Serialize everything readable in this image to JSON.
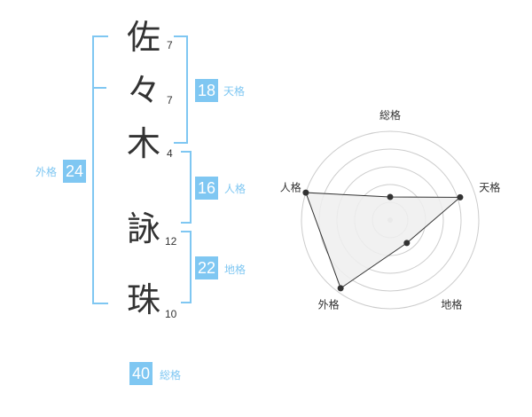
{
  "name": {
    "chars": [
      {
        "char": "佐",
        "strokes": "7"
      },
      {
        "char": "々",
        "strokes": "7"
      },
      {
        "char": "木",
        "strokes": "4"
      },
      {
        "char": "詠",
        "strokes": "12"
      },
      {
        "char": "珠",
        "strokes": "10"
      }
    ]
  },
  "scores": {
    "tenkaku": {
      "value": "18",
      "label": "天格"
    },
    "jinkaku": {
      "value": "16",
      "label": "人格"
    },
    "chikaku": {
      "value": "22",
      "label": "地格"
    },
    "gaikaku": {
      "value": "24",
      "label": "外格"
    },
    "soukaku": {
      "value": "40",
      "label": "総格"
    }
  },
  "radar": {
    "axes": [
      "総格",
      "天格",
      "地格",
      "外格",
      "人格"
    ],
    "levels": 5,
    "values": [
      0.26,
      0.83,
      0.32,
      0.95,
      1.0
    ],
    "colors": {
      "fill": "#efefef",
      "stroke": "#333333",
      "grid": "#cccccc",
      "point": "#333333"
    }
  },
  "colors": {
    "accent": "#7fc7f2",
    "text": "#333333"
  }
}
